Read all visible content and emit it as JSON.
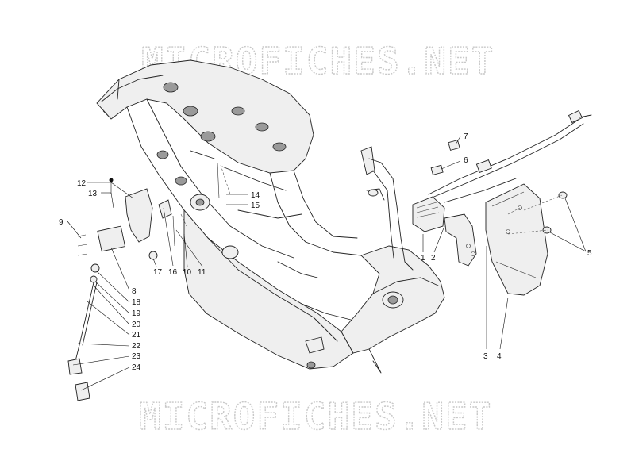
{
  "watermark": {
    "top_text": "MICROFICHES.NET",
    "bottom_text": "MICROFICHES.NET"
  },
  "callouts": {
    "c1": "1",
    "c2": "2",
    "c3": "3",
    "c4": "4",
    "c5": "5",
    "c6": "6",
    "c7": "7",
    "c8": "8",
    "c9": "9",
    "c10": "10",
    "c11": "11",
    "c12": "12",
    "c13": "13",
    "c14": "14",
    "c15": "15",
    "c16": "16",
    "c17": "17",
    "c18": "18",
    "c19": "19",
    "c20": "20",
    "c21": "21",
    "c22": "22",
    "c23": "23",
    "c24": "24"
  }
}
